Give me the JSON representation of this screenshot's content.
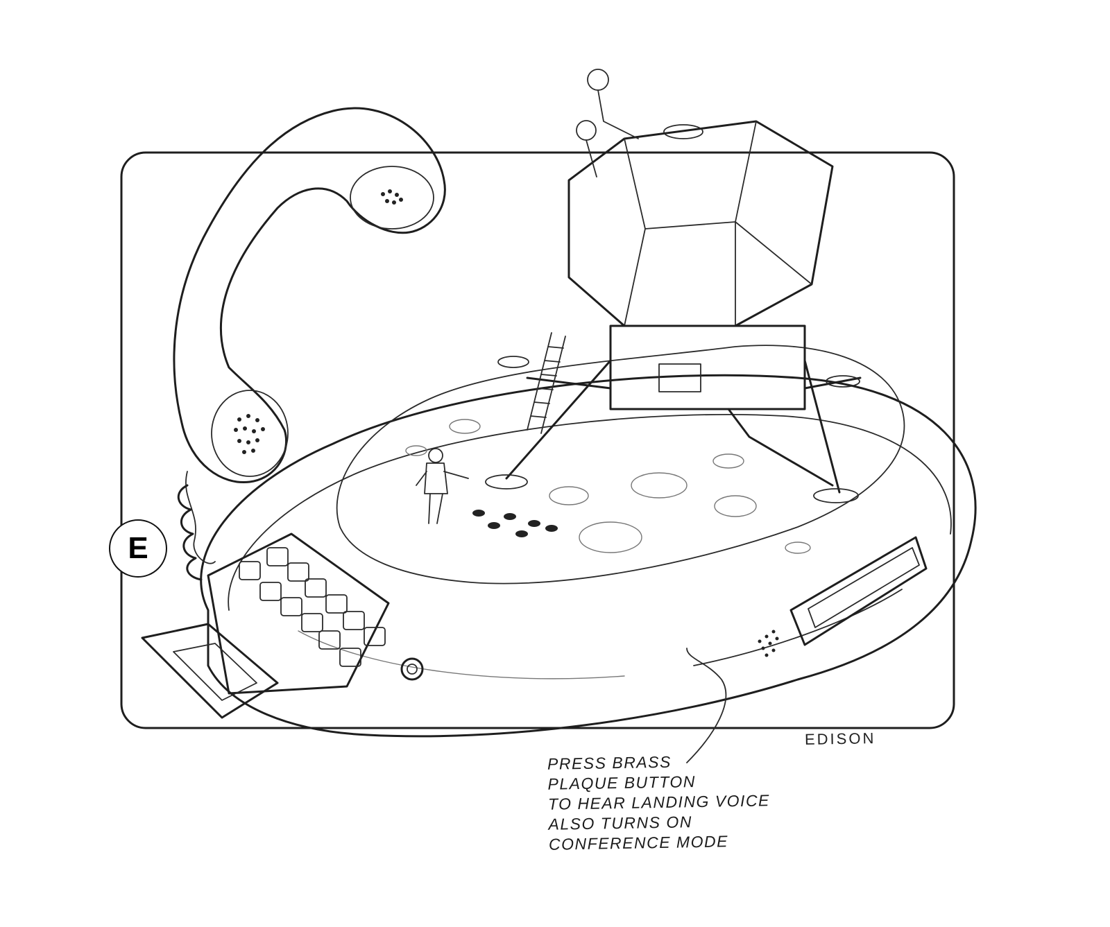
{
  "badge": {
    "label": "E"
  },
  "signature": "EDISON",
  "note_lines": [
    "PRESS BRASS",
    "PLAQUE BUTTON",
    "TO HEAR LANDING VOICE",
    "ALSO TURNS ON",
    "CONFERENCE MODE"
  ],
  "colors": {
    "ink": "#1e1e1e",
    "paper": "#ffffff"
  }
}
